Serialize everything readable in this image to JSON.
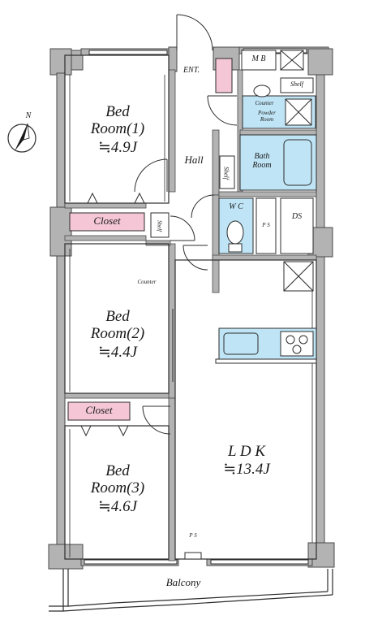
{
  "colors": {
    "wall": "#b3b3b3",
    "wall_stroke": "#4a4a4a",
    "closet": "#f4c6d6",
    "wet_area": "#bfe4f5",
    "outline": "#2c2c2c"
  },
  "compass": {
    "label": "N"
  },
  "rooms": {
    "bedroom1": {
      "name": "Bed\nRoom(1)",
      "area": "≒4.9J"
    },
    "bedroom2": {
      "name": "Bed\nRoom(2)",
      "area": "≒4.4J"
    },
    "bedroom3": {
      "name": "Bed\nRoom(3)",
      "area": "≒4.6J"
    },
    "ldk": {
      "name": "L D K",
      "area": "≒13.4J"
    },
    "hall": "Hall",
    "entrance": "ENT.",
    "mb": "M B",
    "shelf_top": "Shelf",
    "counter_top": "Counter",
    "powder_room": "Powder\nRoom",
    "bath": "Bath\nRoom",
    "shelf_hall": "Shelf",
    "wc": "W C",
    "ps_mid": "P S",
    "ds": "DS",
    "closet1": "Closet",
    "shelf_small": "Shelf",
    "counter_mid": "Counter",
    "closet3": "Closet",
    "ps_bottom": "P S",
    "balcony": "Balcony"
  }
}
